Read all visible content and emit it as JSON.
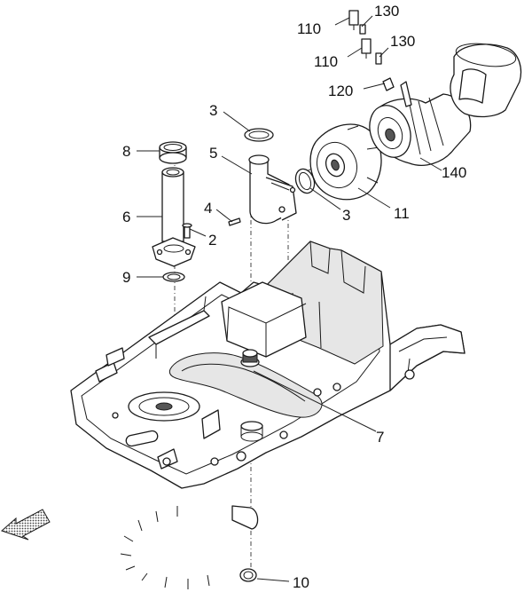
{
  "labels": {
    "p110a": "110",
    "p130a": "130",
    "p110b": "110",
    "p130b": "130",
    "p120": "120",
    "p3a": "3",
    "p5": "5",
    "p8": "8",
    "p4": "4",
    "p6": "6",
    "p2": "2",
    "p9": "9",
    "p3b": "3",
    "p11": "11",
    "p140": "140",
    "p7": "7",
    "p10": "10"
  },
  "colors": {
    "line": "#1a1a1a",
    "fill": "#ffffff",
    "shade": "#e6e6e6"
  },
  "icons": {
    "direction": "direction-arrow-icon"
  }
}
